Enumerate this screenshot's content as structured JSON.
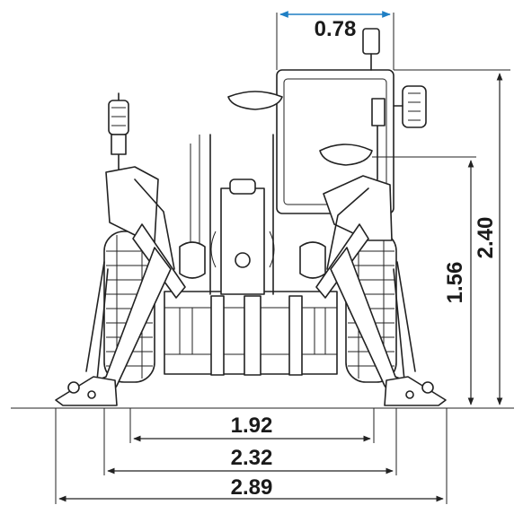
{
  "dimensions": {
    "cab_top_width": "0.78",
    "operator_seat_height": "1.56",
    "overall_height": "2.40",
    "track_width": "1.92",
    "outer_wheel_width": "2.32",
    "outrigger_span": "2.89"
  },
  "colors": {
    "drawing_line": "#222222",
    "dimension_accent": "#1f7fc4",
    "background": "#ffffff"
  }
}
